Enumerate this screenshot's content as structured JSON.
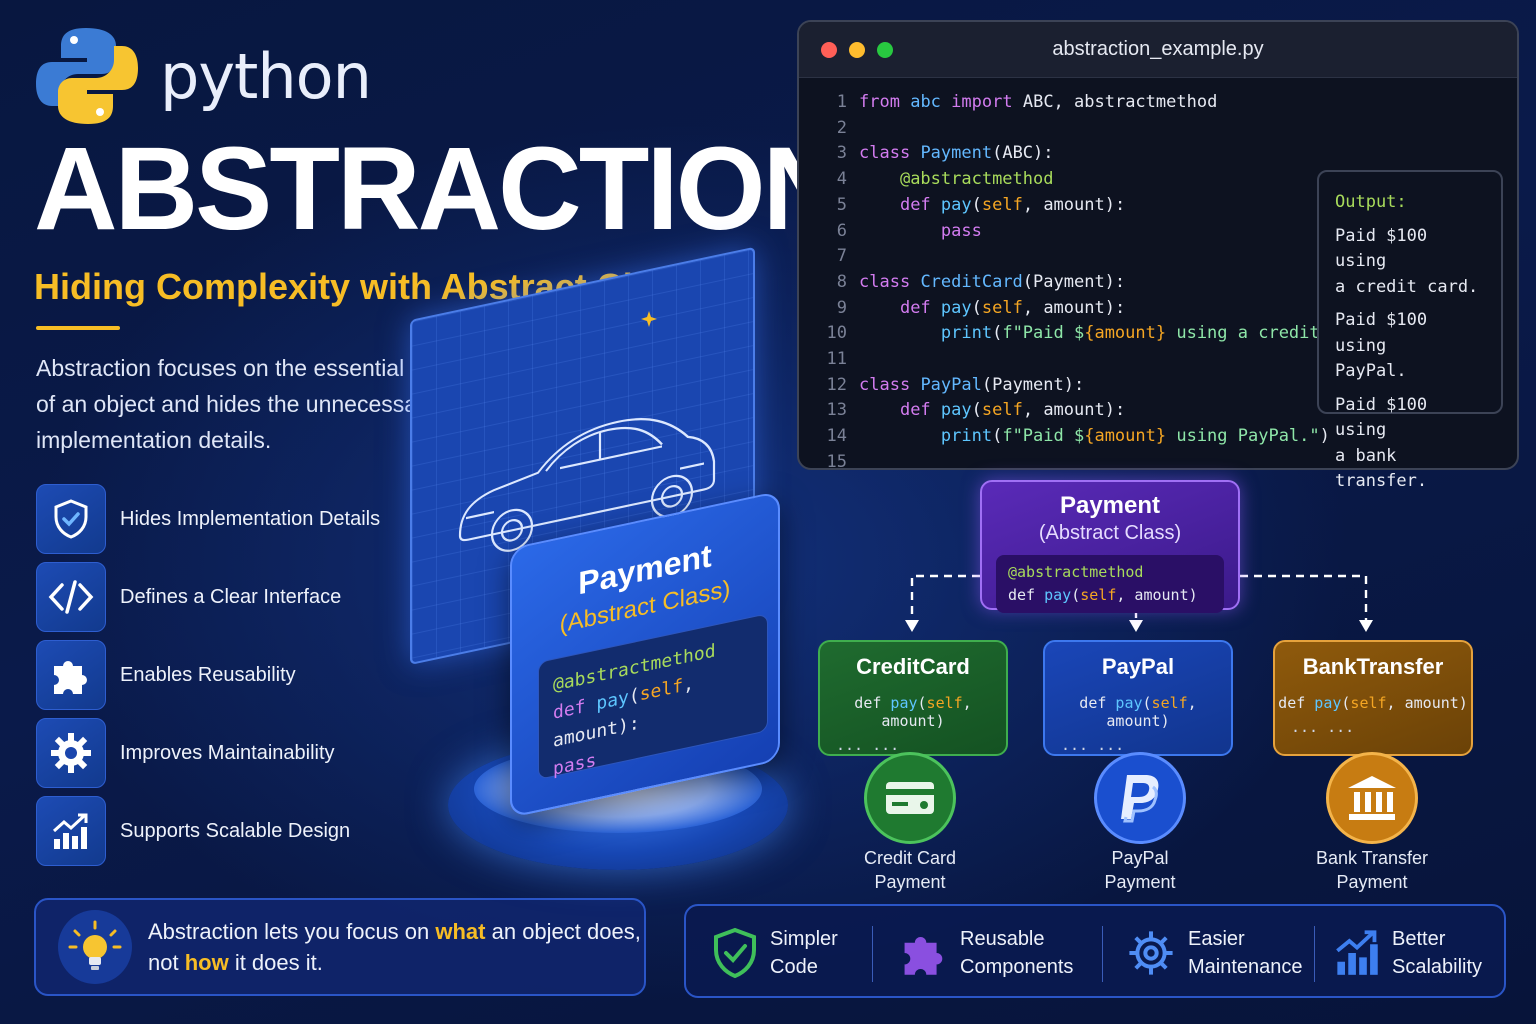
{
  "header": {
    "brand": "python",
    "title": "ABSTRACTION",
    "subtitle": "Hiding Complexity with Abstract Classes",
    "intro": "Abstraction focuses on the essential features of an object and hides the unnecessary implementation details."
  },
  "features": [
    {
      "label": "Hides Implementation Details",
      "icon": "shield-check-icon"
    },
    {
      "label": "Defines a Clear Interface",
      "icon": "code-brackets-icon"
    },
    {
      "label": "Enables Reusability",
      "icon": "puzzle-icon"
    },
    {
      "label": "Improves Maintainability",
      "icon": "gear-icon"
    },
    {
      "label": "Supports Scalable Design",
      "icon": "growth-chart-icon"
    }
  ],
  "tip": {
    "part1": "Abstraction lets you focus on ",
    "what": "what",
    "part2": " an object does,",
    "part3": "not ",
    "how": "how",
    "part4": " it does it."
  },
  "card3d": {
    "title": "Payment",
    "subtitle": "(Abstract Class)",
    "line1": "@abstractmethod",
    "line2_def": "def ",
    "line2_fn": "pay",
    "line2_open": "(",
    "line2_self": "self",
    "line2_rest": ", amount):",
    "line3": "pass"
  },
  "code": {
    "filename": "abstraction_example.py",
    "window_colors": [
      "#ff5f57",
      "#febc2e",
      "#28c840"
    ]
  },
  "output": {
    "heading": "Output:",
    "lines": [
      [
        "Paid $100 using",
        "a credit card."
      ],
      [
        "Paid $100 using",
        "PayPal."
      ],
      [
        "Paid $100 using",
        "a bank transfer."
      ]
    ]
  },
  "diagram": {
    "abstract": {
      "title": "Payment",
      "subtitle": "(Abstract Class)",
      "decorator": "@abstractmethod",
      "def": "def ",
      "fn": "pay",
      "open": "(",
      "self": "self",
      "rest": ", amount)"
    },
    "subclasses": [
      {
        "name": "CreditCard",
        "def": "def ",
        "fn": "pay",
        "open": "(",
        "self": "self",
        "rest": ", amount)",
        "ellipsis": "... ...",
        "caption1": "Credit Card",
        "caption2": "Payment",
        "icon": "credit-card-icon",
        "color": "#2e9a3e"
      },
      {
        "name": "PayPal",
        "def": "def ",
        "fn": "pay",
        "open": "(",
        "self": "self",
        "rest": ", amount)",
        "ellipsis": "... ...",
        "caption1": "PayPal",
        "caption2": "Payment",
        "icon": "paypal-icon",
        "color": "#1f5fd6"
      },
      {
        "name": "BankTransfer",
        "def": "def ",
        "fn": "pay",
        "open": "(",
        "self": "self",
        "rest": ", amount)",
        "ellipsis": "... ...",
        "caption1": "Bank Transfer",
        "caption2": "Payment",
        "icon": "bank-icon",
        "color": "#d8901f"
      }
    ]
  },
  "benefits": [
    {
      "l1": "Simpler",
      "l2": "Code",
      "icon": "shield-check-icon"
    },
    {
      "l1": "Reusable",
      "l2": "Components",
      "icon": "puzzle-icon"
    },
    {
      "l1": "Easier",
      "l2": "Maintenance",
      "icon": "gear-icon"
    },
    {
      "l1": "Better",
      "l2": "Scalability",
      "icon": "growth-chart-icon"
    }
  ],
  "colors": {
    "accent": "#f7bd25",
    "panel_border": "#2a55c7",
    "abstract_purple": "#a070f5"
  }
}
